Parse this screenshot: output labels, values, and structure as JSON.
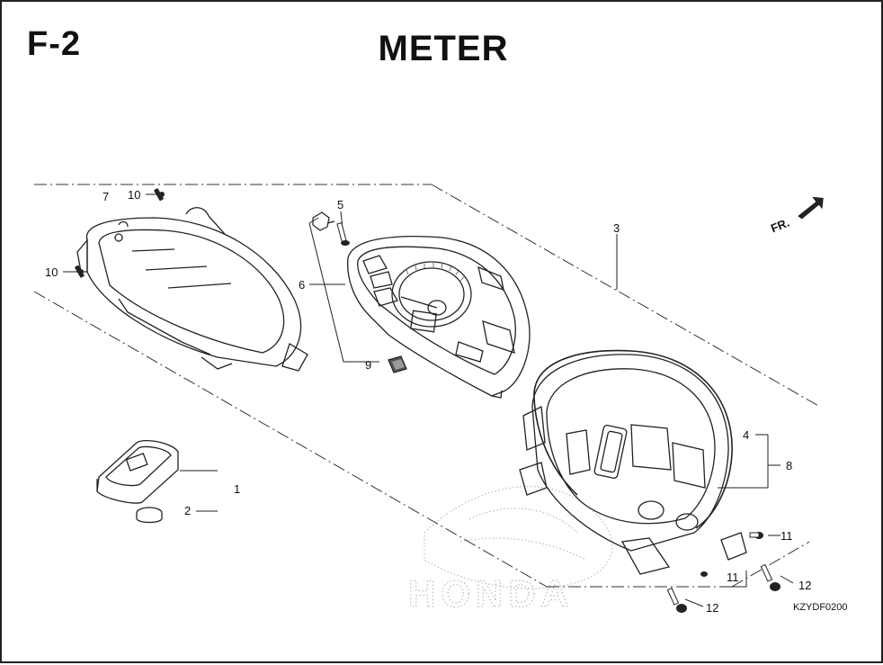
{
  "header": {
    "section_code": "F-2",
    "title": "METER"
  },
  "diagram": {
    "direction_label": "FR.",
    "reference_code": "KZYDF0200",
    "watermark": "HONDA",
    "callouts": {
      "c1": "1",
      "c2": "2",
      "c3": "3",
      "c4": "4",
      "c5": "5",
      "c6": "6",
      "c7": "7",
      "c8": "8",
      "c9": "9",
      "c10a": "10",
      "c10b": "10",
      "c11a": "11",
      "c11b": "11",
      "c12a": "12",
      "c12b": "12"
    }
  },
  "colors": {
    "ink": "#111111",
    "watermark": "#bbbbbb",
    "background": "#ffffff"
  }
}
